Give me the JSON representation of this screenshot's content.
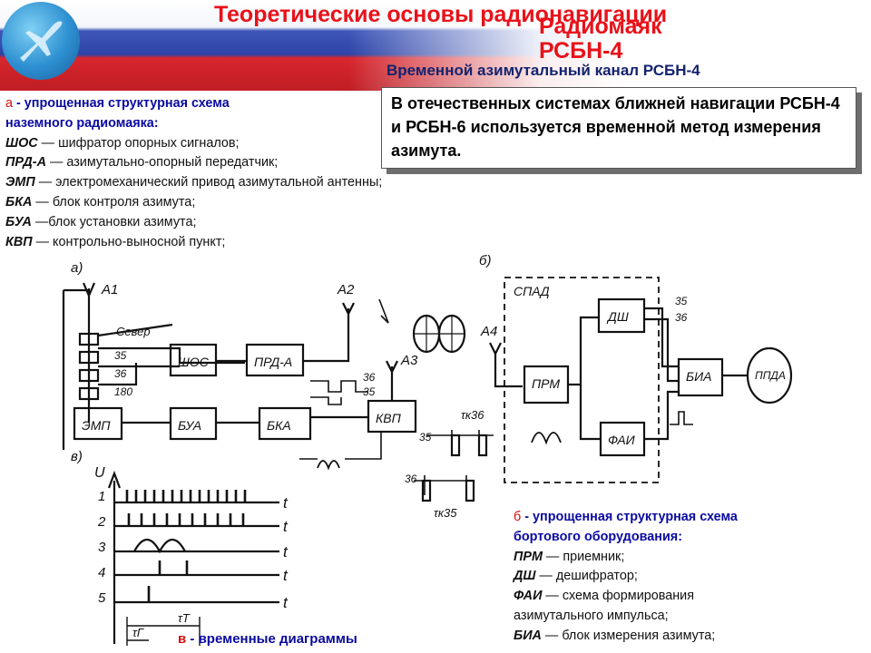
{
  "header": {
    "title": "Теоретические основы радионавигации",
    "subtitle_line1": "Радиомаяк",
    "subtitle_line2": "РСБН-4",
    "section": "Временной азимутальный канал РСБН-4"
  },
  "callout": {
    "text": "В отечественных системах ближней навигации  РСБН-4 и РСБН-6 используется временной метод измерения азимута."
  },
  "legend_a": {
    "letter": "а",
    "title_rest": " - упрощенная структурная схема",
    "title_line2": "наземного радиомаяка:",
    "items": [
      {
        "abbr": "ШОС",
        "desc": " — шифратор опорных сигналов;"
      },
      {
        "abbr": "ПРД-А",
        "desc": " — азимутально-опорный передатчик;"
      },
      {
        "abbr": "ЭМП",
        "desc": " — электромеханический привод азимутальной антенны;"
      },
      {
        "abbr": "БКА",
        "desc": " — блок контроля азимута;"
      },
      {
        "abbr": "БУА",
        "desc": " —блок установки азимута;"
      },
      {
        "abbr": "КВП",
        "desc": " — контрольно-выносной пункт;"
      }
    ]
  },
  "legend_b": {
    "letter": "б",
    "title_rest": " - упрощенная структурная схема",
    "title_line2": "бортового оборудования:",
    "items": [
      {
        "abbr": "ПРМ",
        "desc": " — приемник;"
      },
      {
        "abbr": "ДШ",
        "desc": " — дешифратор;"
      },
      {
        "abbr": "ФАИ",
        "desc": " — схема  формирования"
      },
      {
        "abbr": "",
        "desc": "азимутального импульса;"
      },
      {
        "abbr": "БИА",
        "desc": " — блок измерения азимута;"
      }
    ]
  },
  "legend_v": {
    "letter": "в",
    "text": " - временные диаграммы"
  },
  "diagram": {
    "label_a": "а)",
    "label_b": "б)",
    "label_v": "в)",
    "a1": "А1",
    "a2": "А2",
    "a3": "А3",
    "a4": "А4",
    "north": "Север",
    "n35": "35",
    "n36": "36",
    "n180": "180",
    "shos": "ШОС",
    "prd": "ПРД-А",
    "emp": "ЭМП",
    "bua": "БУА",
    "bka": "БКА",
    "kvp": "КВП",
    "spad": "СПАД",
    "prm": "ПРМ",
    "dsh": "ДШ",
    "fai": "ФАИ",
    "bia": "БИА",
    "ppda": "ППДА",
    "tau_k36": "τк36",
    "tau_k35": "τк35",
    "u": "U",
    "t": "t",
    "row_labels": [
      "1",
      "2",
      "3",
      "4",
      "5"
    ],
    "tau_t": "τТ",
    "tau_g": "τГ"
  }
}
